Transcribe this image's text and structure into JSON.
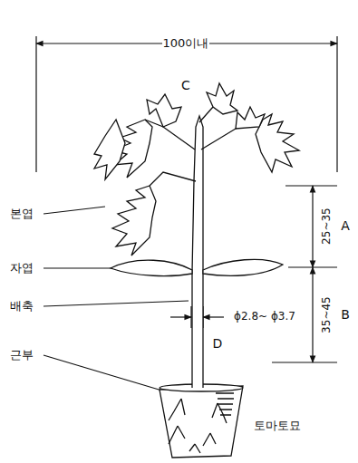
{
  "diagram": {
    "labels": [
      "100이내",
      "C",
      "본엽",
      "자엽",
      "배축",
      "근부",
      "토마토묘",
      "25~35",
      "A",
      "35~45",
      "B",
      "ϕ2.8~ ϕ3.7",
      "D"
    ]
  }
}
